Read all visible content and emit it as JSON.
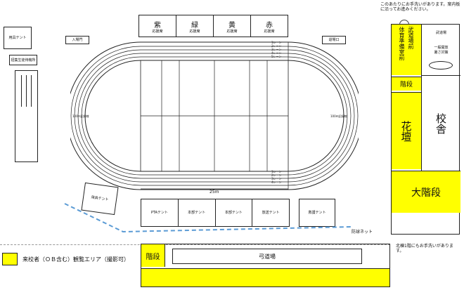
{
  "top_note": {
    "line1": "このあたりにお手洗いがあります。案内板に沿ってお進みください。"
  },
  "team_seats": [
    {
      "name": "紫",
      "sub": "応援席"
    },
    {
      "name": "緑",
      "sub": "応援席"
    },
    {
      "name": "黄",
      "sub": "応援席"
    },
    {
      "name": "赤",
      "sub": "応援席"
    }
  ],
  "left_areas": {
    "gear_tent": "用具テント",
    "assembly": "招集生徒待機所"
  },
  "entrance": "入場門",
  "exit": "退場口",
  "track": {
    "lanes": [
      "1レーン",
      "2レーン",
      "3レーン",
      "4レーン",
      "5レーン"
    ],
    "left_mark": "100m記録線",
    "right_mark": "100m記録線",
    "distance": "25m"
  },
  "supply_tent": "用具テント",
  "tents": [
    {
      "label": "PTAテント"
    },
    {
      "label": "本部テント"
    },
    {
      "label": "本部テント"
    },
    {
      "label": "放送テント"
    }
  ],
  "rescue_tent": "救護テント",
  "net": "防球ネット",
  "east": {
    "gym_prep": "体育準備室前",
    "budo_front": "武道場前",
    "budo_hall": "武道場",
    "budo_note": "一般開放\n暑さ対策",
    "stairs": "階段",
    "flowerbed": "花壇",
    "school": "校舎",
    "big_stairs": "大階段"
  },
  "north_note": "北棟1階にもお手洗いがあります。",
  "legend": "来校者（ＯＢ含む）観覧エリア（撮影可）",
  "bottom": {
    "stairs": "階段",
    "kyudo": "弓道場"
  },
  "colors": {
    "viewing": "#ffff00",
    "net": "#5b9bd5"
  }
}
